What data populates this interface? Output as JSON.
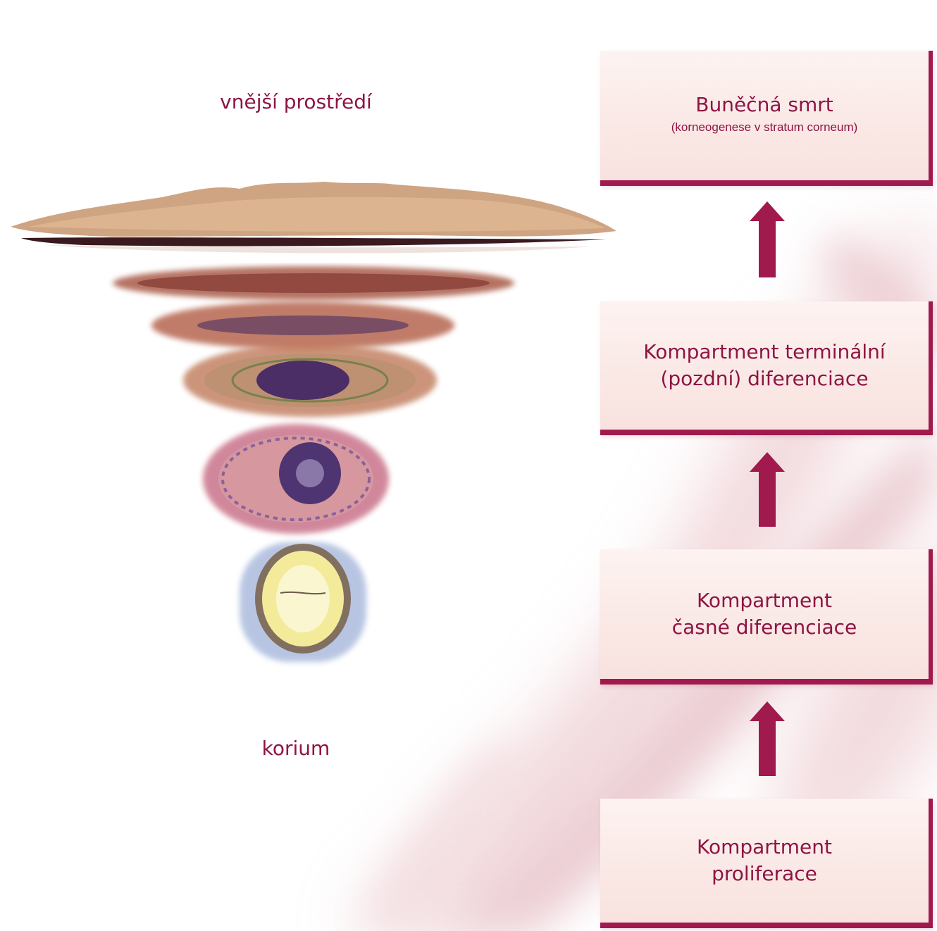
{
  "colors": {
    "accent": "#a01a4d",
    "text": "#8e1444",
    "box_fill": "#fbeae7"
  },
  "left_panel": {
    "top_label": "vnější prostředí",
    "bottom_label": "korium"
  },
  "compartments": [
    {
      "title": "Buněčná smrt",
      "subtitle": "(korneogenese v stratum corneum)"
    },
    {
      "title": "Kompartment terminální\n(pozdní) diferenciace"
    },
    {
      "title": "Kompartment\nčasné diferenciace"
    },
    {
      "title": "Kompartment\nproliferace"
    }
  ],
  "arrows": [
    {
      "direction": "up",
      "icon": "up-arrow-icon"
    },
    {
      "direction": "up",
      "icon": "up-arrow-icon"
    },
    {
      "direction": "up",
      "icon": "up-arrow-icon"
    }
  ]
}
